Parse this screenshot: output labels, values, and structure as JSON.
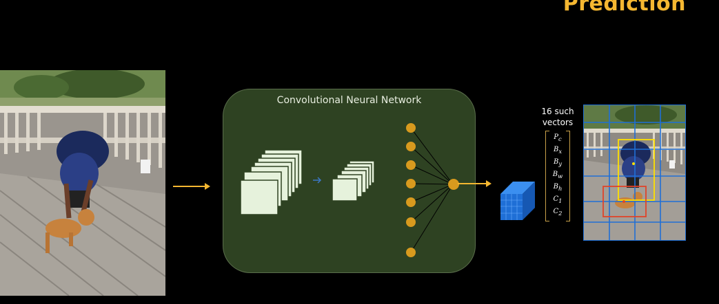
{
  "slide": {
    "title": "Prediction"
  },
  "input_image": {
    "description_icon": "photo-icon"
  },
  "cnn": {
    "title": "Convolutional Neural Network"
  },
  "output": {
    "label_line1": "16 such",
    "label_line2": "vectors",
    "vector": [
      "P",
      "B",
      "B",
      "B",
      "B",
      "C",
      "C"
    ],
    "vector_subs": [
      "c",
      "x",
      "y",
      "w",
      "h",
      "1",
      "2"
    ]
  },
  "colors": {
    "accent": "#f5b731",
    "cnn_bg": "#2e4222",
    "node": "#d89a1e",
    "grid": "#1f6fd6",
    "cube": "#1f6fd6",
    "bbox_yellow": "#ffe000",
    "bbox_red": "#e0442a"
  }
}
